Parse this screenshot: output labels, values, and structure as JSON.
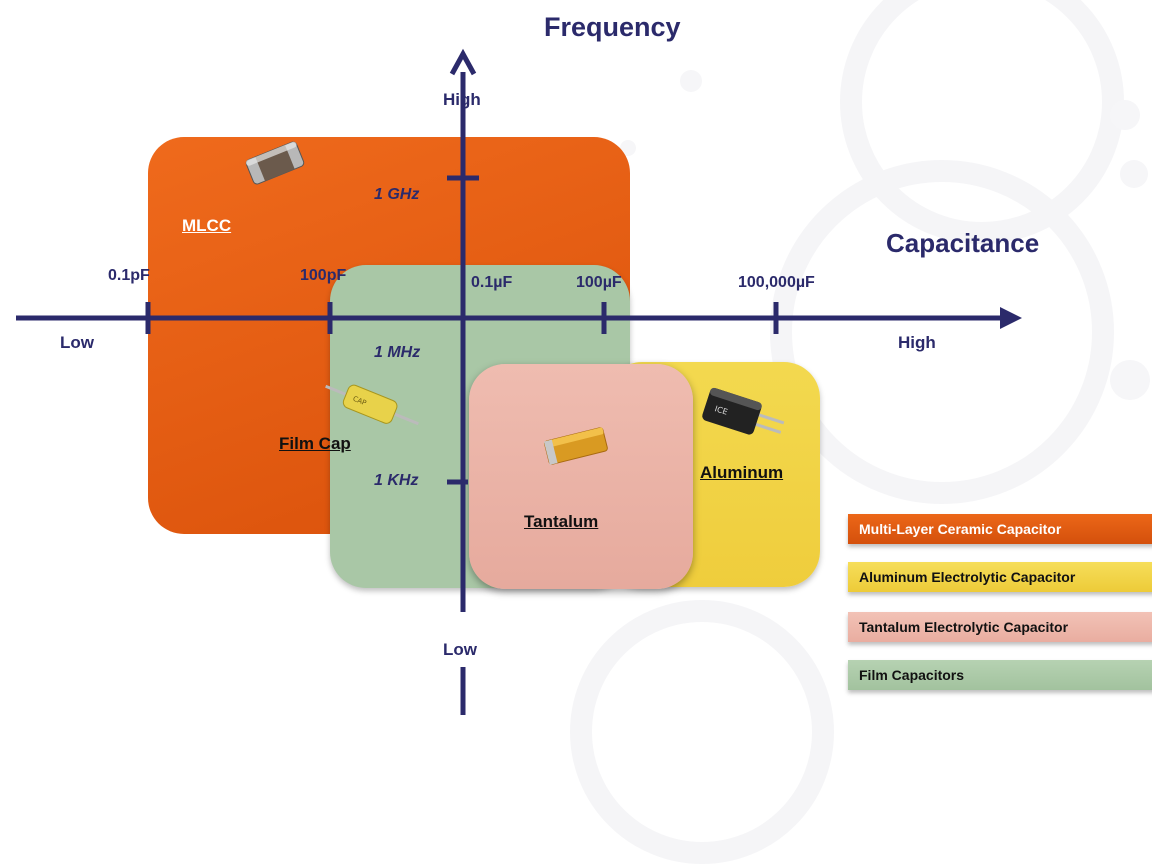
{
  "titles": {
    "frequency": "Frequency",
    "capacitance": "Capacitance"
  },
  "y_axis": {
    "high": "High",
    "low": "Low",
    "ticks": [
      "1 GHz",
      "1 MHz",
      "1 KHz"
    ]
  },
  "x_axis": {
    "low": "Low",
    "high": "High",
    "ticks": [
      "0.1pF",
      "100pF",
      "0.1µF",
      "100µF",
      "100,000µF"
    ]
  },
  "regions": {
    "mlcc": {
      "label": "MLCC",
      "color": "#e0560c"
    },
    "film": {
      "label": "Film Cap",
      "color": "#a8c8a8"
    },
    "tantalum": {
      "label": "Tantalum",
      "color": "#e8b0a4"
    },
    "aluminum": {
      "label": "Aluminum",
      "color": "#f2d34a"
    }
  },
  "legend": [
    {
      "label": "Multi-Layer Ceramic  Capacitor",
      "color": "#e0560c",
      "text_color": "#ffffff"
    },
    {
      "label": "Aluminum Electrolytic Capacitor",
      "color": "#f2d34a",
      "text_color": "#111111"
    },
    {
      "label": "Tantalum Electrolytic Capacitor",
      "color": "#edb4a8",
      "text_color": "#111111"
    },
    {
      "label": "Film Capacitors",
      "color": "#a9c9a6",
      "text_color": "#111111"
    }
  ],
  "icons": [
    "mlcc-chip-icon",
    "film-capacitor-icon",
    "tantalum-chip-icon",
    "aluminum-capacitor-icon"
  ]
}
